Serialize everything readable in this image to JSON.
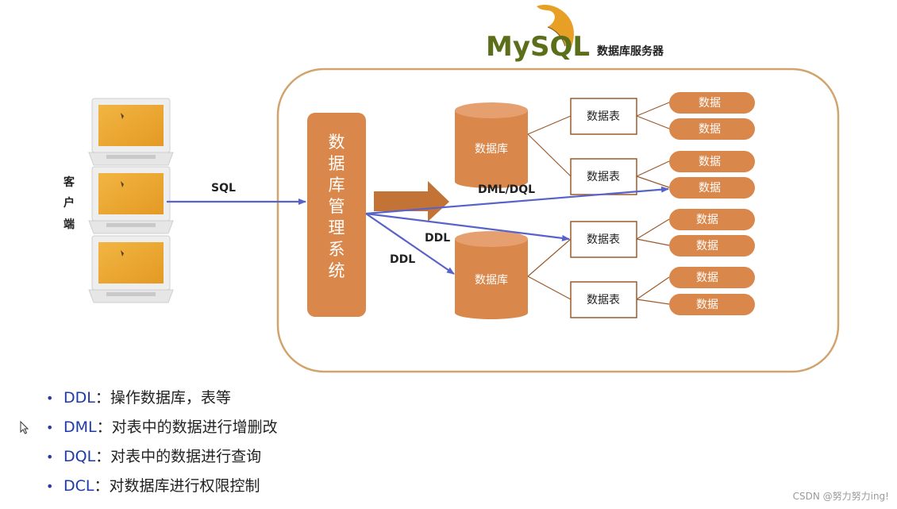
{
  "server": {
    "logo_text": "MySQL",
    "logo_tm": "™",
    "title": "数据库服务器"
  },
  "client": {
    "label_chars": [
      "客",
      "户",
      "端"
    ]
  },
  "dbms": {
    "label_chars": [
      "数",
      "据",
      "库",
      "管",
      "理",
      "系",
      "统"
    ]
  },
  "edges": {
    "sql": "SQL",
    "dml_dql": "DML/DQL",
    "ddl_upper": "DDL",
    "ddl_lower": "DDL"
  },
  "databases": [
    "数据库",
    "数据库"
  ],
  "tables": [
    "数据表",
    "数据表",
    "数据表",
    "数据表"
  ],
  "data_items": [
    "数据",
    "数据",
    "数据",
    "数据",
    "数据",
    "数据",
    "数据",
    "数据"
  ],
  "bullets": [
    {
      "term": "DDL",
      "desc": "：操作数据库，表等"
    },
    {
      "term": "DML",
      "desc": "：对表中的数据进行增删改"
    },
    {
      "term": "DQL",
      "desc": "：对表中的数据进行查询"
    },
    {
      "term": "DCL",
      "desc": "：对数据库进行权限控制"
    }
  ],
  "watermark": "CSDN @努力努力ing!",
  "colors": {
    "orange": "#d9874a",
    "orange_dark": "#c47337",
    "frame": "#d2a46d",
    "arrow_blue": "#5863c9",
    "table_border": "#9b5a2c"
  }
}
